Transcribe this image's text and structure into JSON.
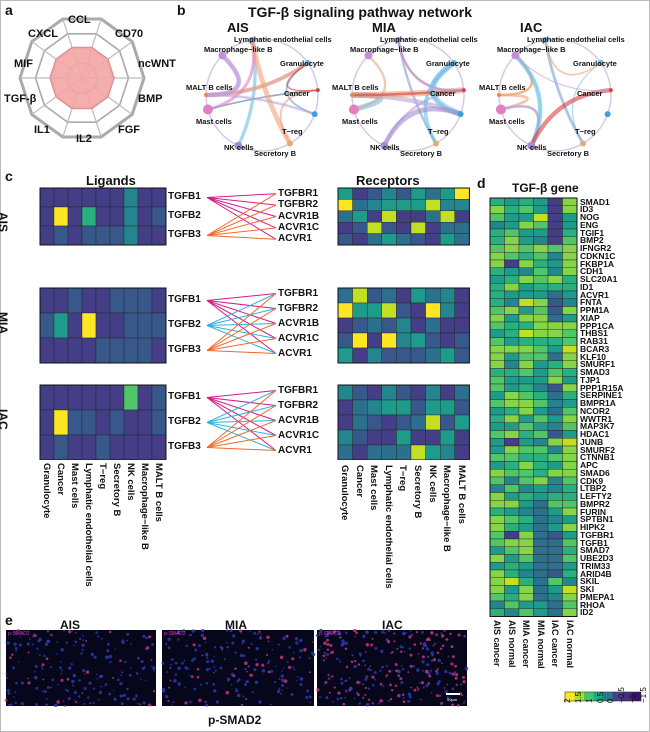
{
  "panel_labels": {
    "a": "a",
    "b": "b",
    "c": "c",
    "d": "d",
    "e": "e"
  },
  "panel_a": {
    "axes": [
      "CCL",
      "CD70",
      "ncWNT",
      "BMP",
      "FGF",
      "IL2",
      "IL1",
      "TGF-β",
      "MIF",
      "CXCL"
    ]
  },
  "panel_b": {
    "title": "TGF-β signaling pathway network",
    "groups": [
      "AIS",
      "MIA",
      "IAC"
    ],
    "nodes": [
      "Lymphatic endothelial cells",
      "Macrophage−like B",
      "Granulocyte",
      "MALT B cells",
      "Cancer",
      "Mast cells",
      "T−reg",
      "NK cells",
      "Secretory B"
    ]
  },
  "panel_c": {
    "ligands_title": "Ligands",
    "receptors_title": "Receptors",
    "groups": [
      "AIS",
      "MIA",
      "IAC"
    ],
    "ligands": [
      "TGFB1",
      "TGFB2",
      "TGFB3"
    ],
    "receptors": [
      "TGFBR1",
      "TGFBR2",
      "ACVR1B",
      "ACVR1C",
      "ACVR1"
    ],
    "ligand_cells": [
      "Granulocyte",
      "Cancer",
      "Mast cells",
      "Lymphatic endothelial cells",
      "T−reg",
      "Secretory B",
      "NK cells",
      "Macrophage−like B",
      "MALT B cells"
    ],
    "receptor_cells": [
      "Granulocyte",
      "Cancer",
      "Mast cells",
      "Lymphatic endothelial cells",
      "T−reg",
      "Secretory B",
      "NK cells",
      "Macrophage−like B",
      "MALT B cells"
    ]
  },
  "panel_d": {
    "title": "TGF-β gene",
    "genes": [
      "SMAD1",
      "ID3",
      "NOG",
      "ENG",
      "TGIF1",
      "BMP2",
      "IFNGR2",
      "CDKN1C",
      "FKBP1A",
      "CDH1",
      "SLC20A1",
      "ID1",
      "ACVR1",
      "FNTA",
      "PPM1A",
      "XIAP",
      "PPP1CA",
      "THBS1",
      "RAB31",
      "BCAR3",
      "KLF10",
      "SMURF1",
      "SMAD3",
      "TJP1",
      "PPP1R15A",
      "SERPINE1",
      "BMPR1A",
      "NCOR2",
      "WWTR1",
      "MAP3K7",
      "HDAC1",
      "JUNB",
      "SMURF2",
      "CTNNB1",
      "APC",
      "SMAD6",
      "CDK9",
      "LTBP2",
      "LEFTY2",
      "BMPR2",
      "FURIN",
      "SPTBN1",
      "HIPK2",
      "TGFBR1",
      "TGFB1",
      "SMAD7",
      "UBE2D3",
      "TRIM33",
      "ARID4B",
      "SKIL",
      "SKI",
      "PMEPA1",
      "RHOA",
      "ID2"
    ],
    "columns": [
      "AIS cancer",
      "AIS normal",
      "MIA cancer",
      "MIA normal",
      "IAC cancer",
      "IAC normal"
    ],
    "colorbar_ticks": [
      "2",
      "1.5",
      "1",
      "0.5",
      "0",
      "−0.5",
      "−1",
      "−1.5"
    ]
  },
  "panel_e": {
    "titles": [
      "AIS",
      "MIA",
      "IAC"
    ],
    "stain_label": "p-SMAD2",
    "scale_label": "50μm",
    "caption": "p-SMAD2"
  }
}
